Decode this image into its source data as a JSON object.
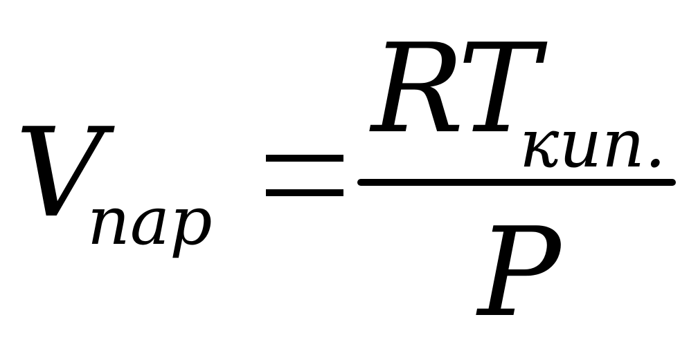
{
  "formula": {
    "lhs": {
      "symbol": "V",
      "subscript": "пар"
    },
    "operator": "=",
    "rhs": {
      "numerator": {
        "symbol": "RT",
        "subscript": "кип."
      },
      "denominator": "P"
    }
  }
}
